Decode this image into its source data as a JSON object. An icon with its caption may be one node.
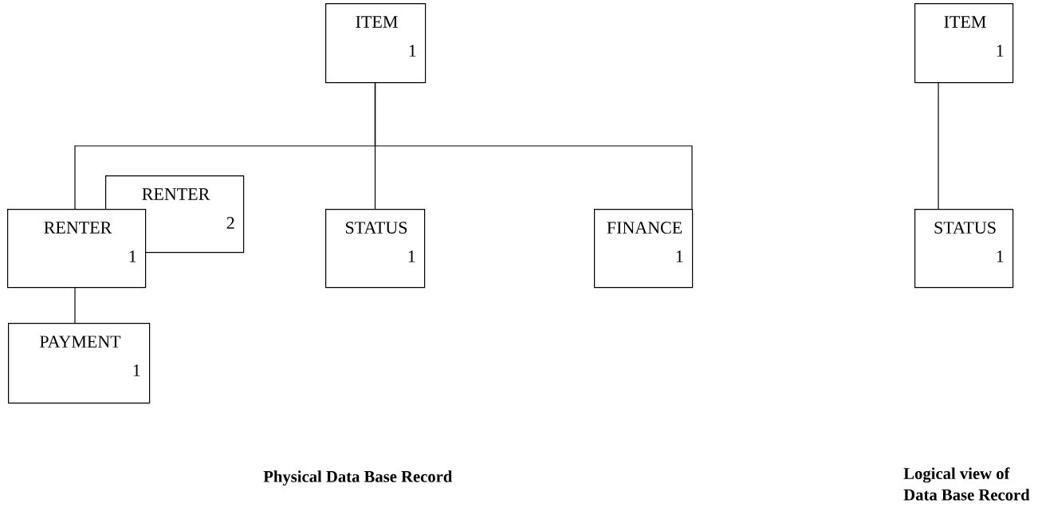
{
  "diagram": {
    "nodes": [
      {
        "text": [
          "ITEM",
          "1"
        ]
      },
      {
        "text": [
          "RENTER",
          "2"
        ]
      },
      {
        "text": [
          "RENTER",
          "1"
        ]
      },
      {
        "text": [
          "STATUS",
          "1"
        ]
      },
      {
        "text": [
          "FINANCE",
          "1"
        ]
      },
      {
        "text": [
          "PAYMENT",
          "1"
        ]
      },
      {
        "text": [
          "ITEM",
          "1"
        ]
      },
      {
        "text": [
          "STATUS",
          "1"
        ]
      }
    ],
    "edges": [
      {
        "from": 0,
        "to": 2,
        "arrow": "none"
      },
      {
        "from": 0,
        "to": 3,
        "arrow": "none"
      },
      {
        "from": 0,
        "to": 4,
        "arrow": "none"
      },
      {
        "from": 2,
        "to": 5,
        "arrow": "none"
      },
      {
        "from": 6,
        "to": 7,
        "arrow": "none"
      }
    ],
    "labels": [
      "Physical Data Base Record",
      "Logical view of Data Base Record"
    ]
  }
}
